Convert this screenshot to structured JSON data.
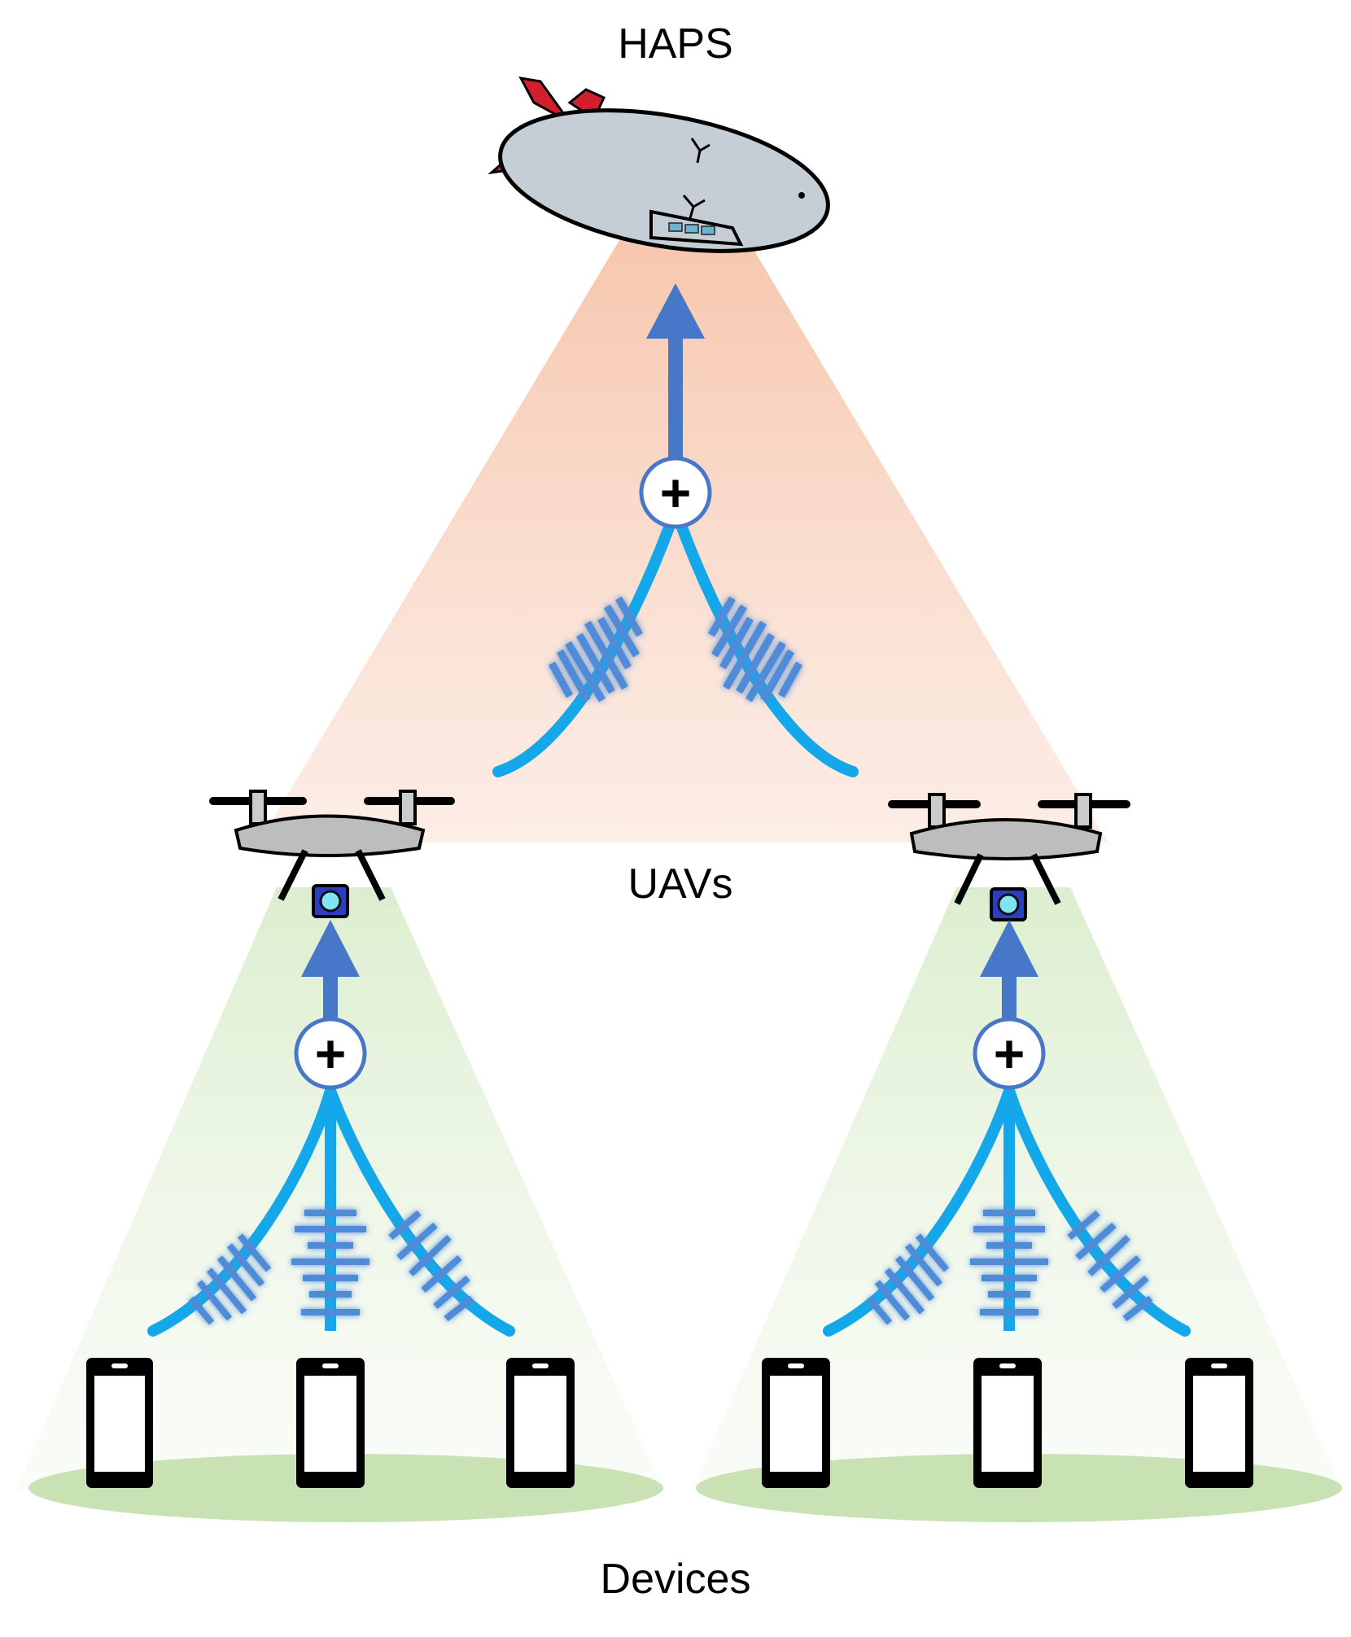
{
  "labels": {
    "haps": "HAPS",
    "uavs": "UAVs",
    "devices": "Devices"
  },
  "summation_symbol": "+",
  "colors": {
    "haps_beam": "#f6c3a8",
    "uav_beam": "#dcefcf",
    "ground": "#c8e2b3",
    "link": "#14a8ea",
    "arrow": "#4677c8",
    "signal": "#4f8bd6",
    "blimp_body": "#c5ced5",
    "blimp_fins": "#d11f2d",
    "drone_body": "#bdbdbd",
    "camera": "#2a3ebf"
  },
  "nodes": {
    "haps": {
      "icon": "airship-icon"
    },
    "uavs": [
      {
        "icon": "drone-icon",
        "device_count": 3
      },
      {
        "icon": "drone-icon",
        "device_count": 3
      }
    ],
    "devices_icon": "smartphone-icon"
  }
}
